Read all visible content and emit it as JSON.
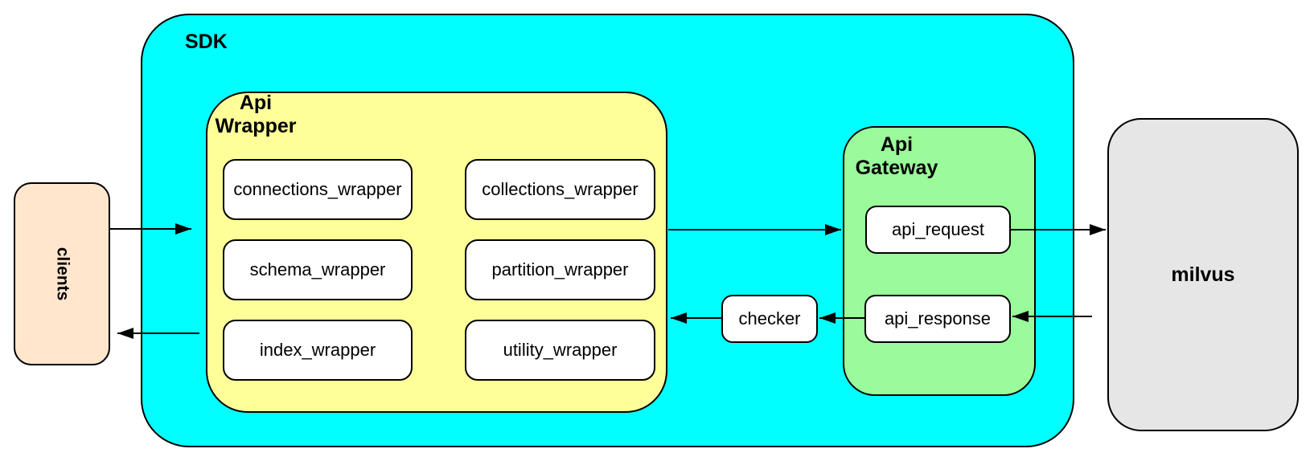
{
  "diagram": {
    "nodes": {
      "clients": "clients",
      "sdk": "SDK",
      "api_wrapper": {
        "lines": [
          "Api",
          "Wrapper"
        ]
      },
      "wrappers": [
        "connections_wrapper",
        "collections_wrapper",
        "schema_wrapper",
        "partition_wrapper",
        "index_wrapper",
        "utility_wrapper"
      ],
      "api_gateway": {
        "lines": [
          "Api",
          "Gateway"
        ]
      },
      "api_request": "api_request",
      "api_response": "api_response",
      "checker": "checker",
      "milvus": "milvus"
    },
    "edges": [
      {
        "from": "clients",
        "to": "sdk"
      },
      {
        "from": "api_wrapper",
        "to": "clients"
      },
      {
        "from": "api_wrapper",
        "to": "api_request"
      },
      {
        "from": "api_request",
        "to": "milvus"
      },
      {
        "from": "milvus",
        "to": "api_response"
      },
      {
        "from": "api_response",
        "to": "checker"
      },
      {
        "from": "checker",
        "to": "api_wrapper"
      }
    ],
    "colors": {
      "sdk_fill": "#00FFFF",
      "api_wrapper_fill": "#FFFF99",
      "api_gateway_fill": "#99FB99",
      "clients_fill": "#FFE6CC",
      "milvus_fill": "#E6E6E6",
      "node_fill": "#FFFFFF",
      "stroke": "#000000"
    }
  }
}
